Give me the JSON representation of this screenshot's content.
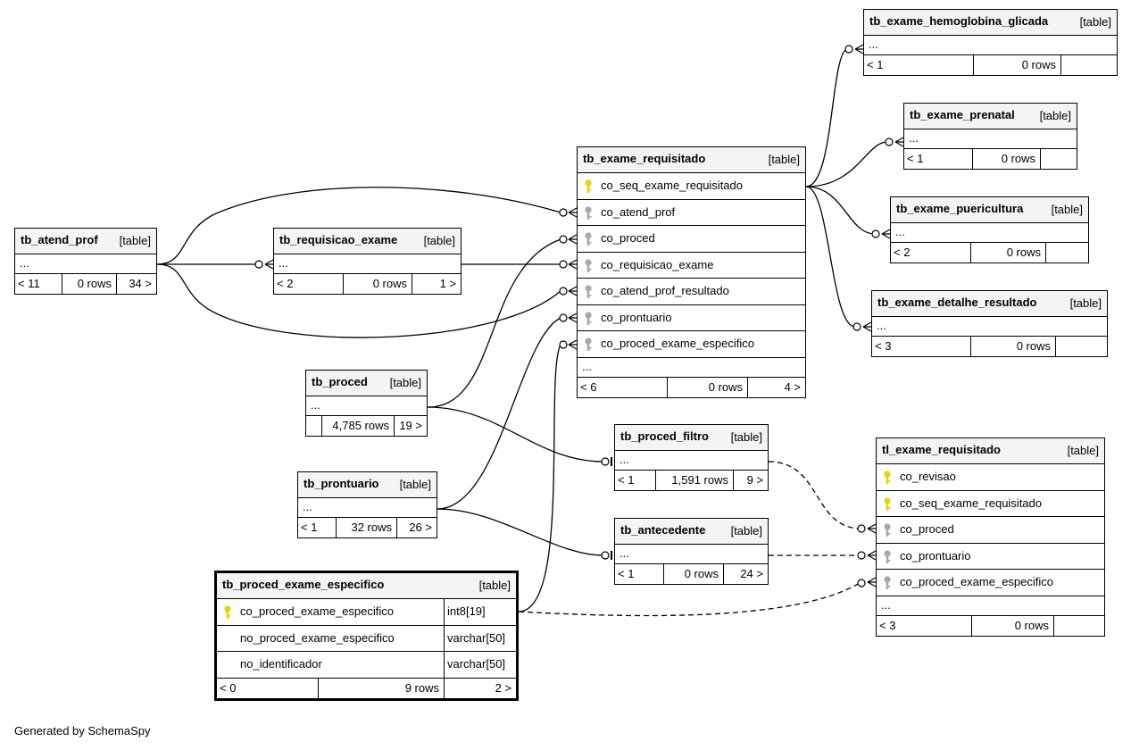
{
  "footer_text": "Generated by SchemaSpy",
  "tables": {
    "hemoglobina": {
      "name": "tb_exame_hemoglobina_glicada",
      "type": "[table]",
      "ellipsis": "...",
      "parents": "< 1",
      "rows": "0 rows",
      "children": ""
    },
    "prenatal": {
      "name": "tb_exame_prenatal",
      "type": "[table]",
      "ellipsis": "...",
      "parents": "< 1",
      "rows": "0 rows",
      "children": ""
    },
    "puericultura": {
      "name": "tb_exame_puericultura",
      "type": "[table]",
      "ellipsis": "...",
      "parents": "< 2",
      "rows": "0 rows",
      "children": ""
    },
    "detalhe_resultado": {
      "name": "tb_exame_detalhe_resultado",
      "type": "[table]",
      "ellipsis": "...",
      "parents": "< 3",
      "rows": "0 rows",
      "children": ""
    },
    "exame_requisitado": {
      "name": "tb_exame_requisitado",
      "type": "[table]",
      "columns": [
        {
          "name": "co_seq_exame_requisitado",
          "key": "primary"
        },
        {
          "name": "co_atend_prof",
          "key": "foreign"
        },
        {
          "name": "co_proced",
          "key": "foreign"
        },
        {
          "name": "co_requisicao_exame",
          "key": "foreign"
        },
        {
          "name": "co_atend_prof_resultado",
          "key": "foreign"
        },
        {
          "name": "co_prontuario",
          "key": "foreign"
        },
        {
          "name": "co_proced_exame_especifico",
          "key": "foreign"
        }
      ],
      "ellipsis": "...",
      "parents": "< 6",
      "rows": "0 rows",
      "children": "4 >"
    },
    "atend_prof": {
      "name": "tb_atend_prof",
      "type": "[table]",
      "ellipsis": "...",
      "parents": "< 11",
      "rows": "0 rows",
      "children": "34 >"
    },
    "requisicao_exame": {
      "name": "tb_requisicao_exame",
      "type": "[table]",
      "ellipsis": "...",
      "parents": "< 2",
      "rows": "0 rows",
      "children": "1 >"
    },
    "proced": {
      "name": "tb_proced",
      "type": "[table]",
      "ellipsis": "...",
      "parents": "",
      "rows": "4,785 rows",
      "children": "19 >"
    },
    "prontuario": {
      "name": "tb_prontuario",
      "type": "[table]",
      "ellipsis": "...",
      "parents": "< 1",
      "rows": "32 rows",
      "children": "26 >"
    },
    "proced_filtro": {
      "name": "tb_proced_filtro",
      "type": "[table]",
      "ellipsis": "...",
      "parents": "< 1",
      "rows": "1,591 rows",
      "children": "9 >"
    },
    "antecedente": {
      "name": "tb_antecedente",
      "type": "[table]",
      "ellipsis": "...",
      "parents": "< 1",
      "rows": "0 rows",
      "children": "24 >"
    },
    "tl_exame_requisitado": {
      "name": "tl_exame_requisitado",
      "type": "[table]",
      "columns": [
        {
          "name": "co_revisao",
          "key": "primary"
        },
        {
          "name": "co_seq_exame_requisitado",
          "key": "primary"
        },
        {
          "name": "co_proced",
          "key": "foreign"
        },
        {
          "name": "co_prontuario",
          "key": "foreign"
        },
        {
          "name": "co_proced_exame_especifico",
          "key": "foreign"
        }
      ],
      "ellipsis": "...",
      "parents": "< 3",
      "rows": "0 rows",
      "children": ""
    },
    "proced_exame_especifico": {
      "name": "tb_proced_exame_especifico",
      "type": "[table]",
      "columns": [
        {
          "name": "co_proced_exame_especifico",
          "datatype": "int8[19]",
          "key": "primary"
        },
        {
          "name": "no_proced_exame_especifico",
          "datatype": "varchar[50]",
          "key": "none"
        },
        {
          "name": "no_identificador",
          "datatype": "varchar[50]",
          "key": "none"
        }
      ],
      "parents": "< 0",
      "rows": "9 rows",
      "children": "2 >"
    }
  },
  "colors": {
    "line": "#000000",
    "header_bg": "#f4f4f4",
    "primary_key": "#f0d000",
    "foreign_key": "#a8a8a8"
  }
}
